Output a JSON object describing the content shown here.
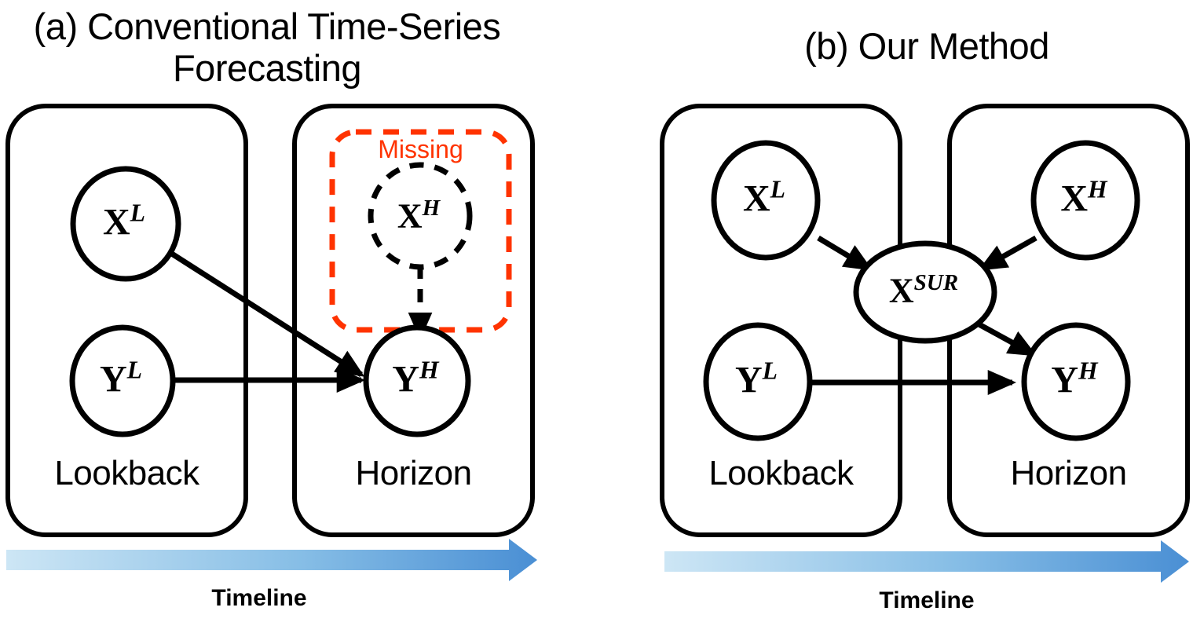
{
  "panels": [
    {
      "id": "conventional",
      "title": "(a) Conventional Time-Series Forecasting",
      "left_box_label": "Lookback",
      "right_box_label": "Horizon",
      "timeline_label": "Timeline",
      "missing_label": "Missing",
      "nodes": [
        {
          "id": "x-l",
          "base": "X",
          "sup": "L",
          "style": "solid"
        },
        {
          "id": "y-l",
          "base": "Y",
          "sup": "L",
          "style": "solid"
        },
        {
          "id": "x-h",
          "base": "X",
          "sup": "H",
          "style": "dashed"
        },
        {
          "id": "y-h",
          "base": "Y",
          "sup": "H",
          "style": "solid"
        }
      ],
      "edges": [
        {
          "from": "x-l",
          "to": "y-h",
          "style": "solid"
        },
        {
          "from": "y-l",
          "to": "y-h",
          "style": "solid"
        },
        {
          "from": "x-h",
          "to": "y-h",
          "style": "dashed"
        }
      ]
    },
    {
      "id": "our-method",
      "title": "(b) Our Method",
      "left_box_label": "Lookback",
      "right_box_label": "Horizon",
      "timeline_label": "Timeline",
      "nodes": [
        {
          "id": "x-l",
          "base": "X",
          "sup": "L",
          "style": "solid"
        },
        {
          "id": "y-l",
          "base": "Y",
          "sup": "L",
          "style": "solid"
        },
        {
          "id": "x-h",
          "base": "X",
          "sup": "H",
          "style": "solid"
        },
        {
          "id": "x-sur",
          "base": "X",
          "sup": "SUR",
          "style": "solid"
        },
        {
          "id": "y-h",
          "base": "Y",
          "sup": "H",
          "style": "solid"
        }
      ],
      "edges": [
        {
          "from": "x-l",
          "to": "x-sur",
          "style": "solid"
        },
        {
          "from": "x-h",
          "to": "x-sur",
          "style": "solid"
        },
        {
          "from": "x-sur",
          "to": "y-h",
          "style": "solid"
        },
        {
          "from": "y-l",
          "to": "y-h",
          "style": "solid"
        }
      ]
    }
  ],
  "colors": {
    "stroke": "#000000",
    "missing_accent": "#FF3300",
    "timeline_start": "#CDE6F5",
    "timeline_end": "#4A8FD4",
    "background": "#FFFFFF"
  },
  "node_labels": {
    "a_x_l": "X",
    "a_x_l_sup": "L",
    "a_y_l": "Y",
    "a_y_l_sup": "L",
    "a_x_h": "X",
    "a_x_h_sup": "H",
    "a_y_h": "Y",
    "a_y_h_sup": "H",
    "b_x_l": "X",
    "b_x_l_sup": "L",
    "b_y_l": "Y",
    "b_y_l_sup": "L",
    "b_x_h": "X",
    "b_x_h_sup": "H",
    "b_x_sur": "X",
    "b_x_sur_sup": "SUR",
    "b_y_h": "Y",
    "b_y_h_sup": "H"
  }
}
